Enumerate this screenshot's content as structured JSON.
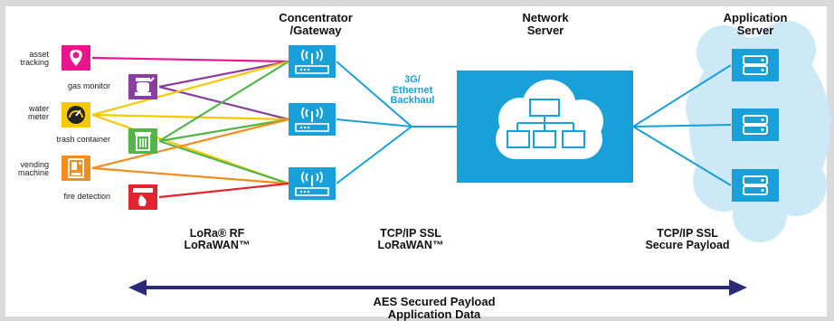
{
  "headers": {
    "gateway": "Concentrator\n/Gateway",
    "network": "Network\nServer",
    "application": "Application\nServer"
  },
  "devices": [
    {
      "label": "asset\ntracking",
      "icon": "location-pin-icon",
      "color": "#e8168c"
    },
    {
      "label": "gas monitor",
      "icon": "gas-cylinder-icon",
      "color": "#8a3ea0"
    },
    {
      "label": "water\nmeter",
      "icon": "gauge-icon",
      "color": "#f5c800"
    },
    {
      "label": "trash container",
      "icon": "trash-bin-icon",
      "color": "#52b548"
    },
    {
      "label": "vending\nmachine",
      "icon": "vending-machine-icon",
      "color": "#f28c1c"
    },
    {
      "label": "fire detection",
      "icon": "fire-alarm-icon",
      "color": "#e2252c"
    }
  ],
  "gateways": [
    {
      "icon": "wireless-gateway-icon"
    },
    {
      "icon": "wireless-gateway-icon"
    },
    {
      "icon": "wireless-gateway-icon"
    }
  ],
  "backhaul": "3G/\nEthernet\nBackhaul",
  "network_icon": "network-cloud-icon",
  "app_servers": [
    {
      "icon": "server-icon"
    },
    {
      "icon": "server-icon"
    },
    {
      "icon": "server-icon"
    }
  ],
  "protocols": {
    "device": "LoRa® RF\nLoRaWAN™",
    "gateway": "TCP/IP SSL\nLoRaWAN™",
    "network": "TCP/IP SSL\nSecure Payload"
  },
  "aes": {
    "line1": "AES Secured Payload",
    "line2": "Application Data"
  },
  "colors": {
    "accent_blue": "#1aa0d8",
    "cloud_light": "#cde9f7",
    "arrow_navy": "#2b2a78"
  }
}
